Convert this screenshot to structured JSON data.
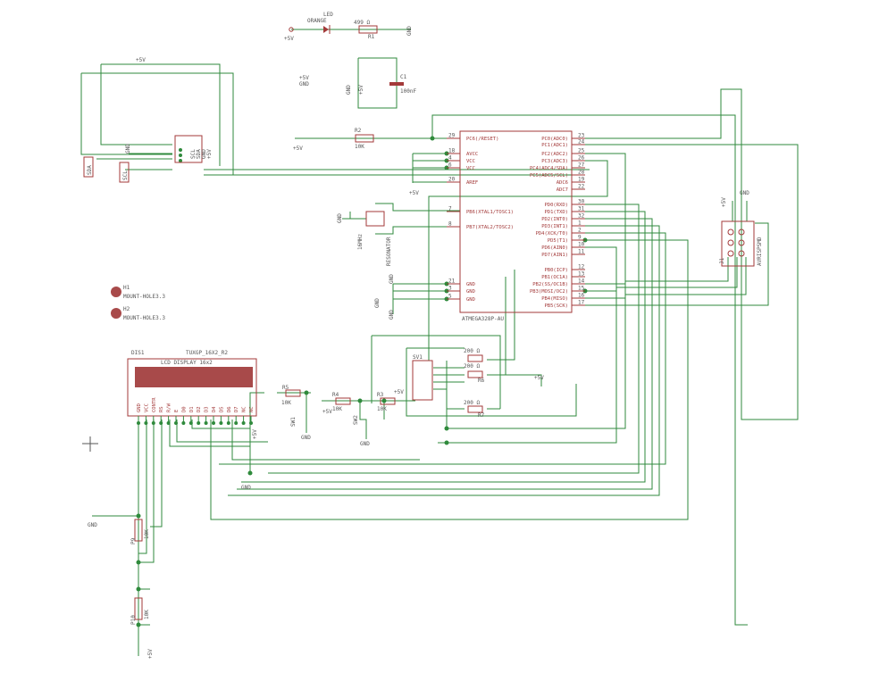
{
  "colors": {
    "wire": "#2f8a3c",
    "symbol": "#a33a3a",
    "text": "#555555",
    "lcd_fill": "#a84a4a",
    "background": "#ffffff"
  },
  "components": {
    "led": {
      "title": "LED",
      "color": "ORANGE"
    },
    "r1": {
      "value": "499 Ω",
      "name": "R1"
    },
    "c1": {
      "name": "C1",
      "value": "100nF"
    },
    "r2": {
      "name": "R2",
      "value": "10K"
    },
    "mcu": {
      "name": "ATMEGA328P-AU"
    },
    "resonator": {
      "freq": "16MHz",
      "name": "RESONATOR"
    },
    "sv1": {
      "name": "SV1"
    },
    "r5": {
      "name": "R5",
      "value": "10K"
    },
    "r4": {
      "name": "R4",
      "value": "10K"
    },
    "r3": {
      "name": "R3",
      "value": "10K"
    },
    "r6": {
      "name": "R6",
      "value": "200 Ω"
    },
    "r7": {
      "name": "R7",
      "value": "200 Ω"
    },
    "r_top": {
      "value": "200 Ω"
    },
    "isp": {
      "name": "AVRISPSMD",
      "ref": "J1"
    },
    "lcd": {
      "ref": "DIS1",
      "part": "TUXGP_16X2_R2",
      "title": "LCD DISPLAY 16x2"
    },
    "h1": {
      "name": "H1",
      "desc": "MOUNT-HOLE3.3"
    },
    "h2": {
      "name": "H2",
      "desc": "MOUNT-HOLE3.3"
    },
    "p9": {
      "name": "P9",
      "value": "10K"
    },
    "p10": {
      "name": "P10",
      "value": "10K"
    },
    "sw1": {
      "name": "SW1"
    },
    "sw2": {
      "name": "SW2"
    }
  },
  "mcu_pins_left": [
    {
      "num": "29",
      "label": "PC6(/RESET)"
    },
    {
      "num": "18",
      "label": "AVCC"
    },
    {
      "num": "4",
      "label": "VCC"
    },
    {
      "num": "6",
      "label": "VCC"
    },
    {
      "num": "20",
      "label": "AREF"
    },
    {
      "num": "7",
      "label": "PB6(XTAL1/TOSC1)"
    },
    {
      "num": "8",
      "label": "PB7(XTAL2/TOSC2)"
    },
    {
      "num": "21",
      "label": "GND"
    },
    {
      "num": "3",
      "label": "GND"
    },
    {
      "num": "5",
      "label": "GND"
    }
  ],
  "mcu_pins_right": [
    {
      "num": "23",
      "label": "PC0(ADC0)"
    },
    {
      "num": "24",
      "label": "PC1(ADC1)"
    },
    {
      "num": "25",
      "label": "PC2(ADC2)"
    },
    {
      "num": "26",
      "label": "PC3(ADC3)"
    },
    {
      "num": "27",
      "label": "PC4(ADC4/SDA)"
    },
    {
      "num": "28",
      "label": "PC5(ADC5/SCL)"
    },
    {
      "num": "19",
      "label": "ADC6"
    },
    {
      "num": "22",
      "label": "ADC7"
    },
    {
      "num": "30",
      "label": "PD0(RXD)"
    },
    {
      "num": "31",
      "label": "PD1(TXD)"
    },
    {
      "num": "32",
      "label": "PD2(INT0)"
    },
    {
      "num": "1",
      "label": "PD3(INT1)"
    },
    {
      "num": "2",
      "label": "PD4(XCK/T0)"
    },
    {
      "num": "9",
      "label": "PD5(T1)"
    },
    {
      "num": "10",
      "label": "PD6(AIN0)"
    },
    {
      "num": "11",
      "label": "PD7(AIN1)"
    },
    {
      "num": "12",
      "label": "PB0(ICP)"
    },
    {
      "num": "13",
      "label": "PB1(OC1A)"
    },
    {
      "num": "14",
      "label": "PB2(SS/OC1B)"
    },
    {
      "num": "15",
      "label": "PB3(MOSI/OC2)"
    },
    {
      "num": "16",
      "label": "PB4(MISO)"
    },
    {
      "num": "17",
      "label": "PB5(SCK)"
    }
  ],
  "lcd_pins": [
    "GND",
    "VCC",
    "CONTR",
    "RS",
    "R/W",
    "E",
    "D0",
    "D1",
    "D2",
    "D3",
    "D4",
    "D5",
    "D6",
    "D7",
    "NC",
    "NC"
  ],
  "power_labels": {
    "p5v_led": "+5V",
    "gnd_r1": "GND",
    "p5v_mid": "+5V",
    "gnd_mid": "GND",
    "gnd_c1": "GND",
    "p5v_c1": "+5V",
    "p5v_r2": "+5V",
    "p5v_i2c": "+5V",
    "gnd_i2c": "GND",
    "p5v_mcu": "+5V",
    "gnd_res": "GND",
    "gnd_mcu1": "GND",
    "gnd_mcu2": "GND",
    "gnd_mcu3": "GND",
    "p5v_isp": "+5V",
    "gnd_isp": "GND",
    "p5v_sv1": "+5V",
    "p5v_r6": "+5V",
    "p5v_r4": "+5V",
    "gnd_sw1": "GND",
    "gnd_sw2": "GND",
    "p5v_lcd": "+5V",
    "gnd_lcd": "GND",
    "gnd_left": "GND",
    "p5v_bottom": "+5V"
  },
  "io": {
    "sda": "SDA",
    "scl": "SCL",
    "i2c_pins": [
      "+5V",
      "GND",
      "SDA",
      "SCL"
    ]
  }
}
